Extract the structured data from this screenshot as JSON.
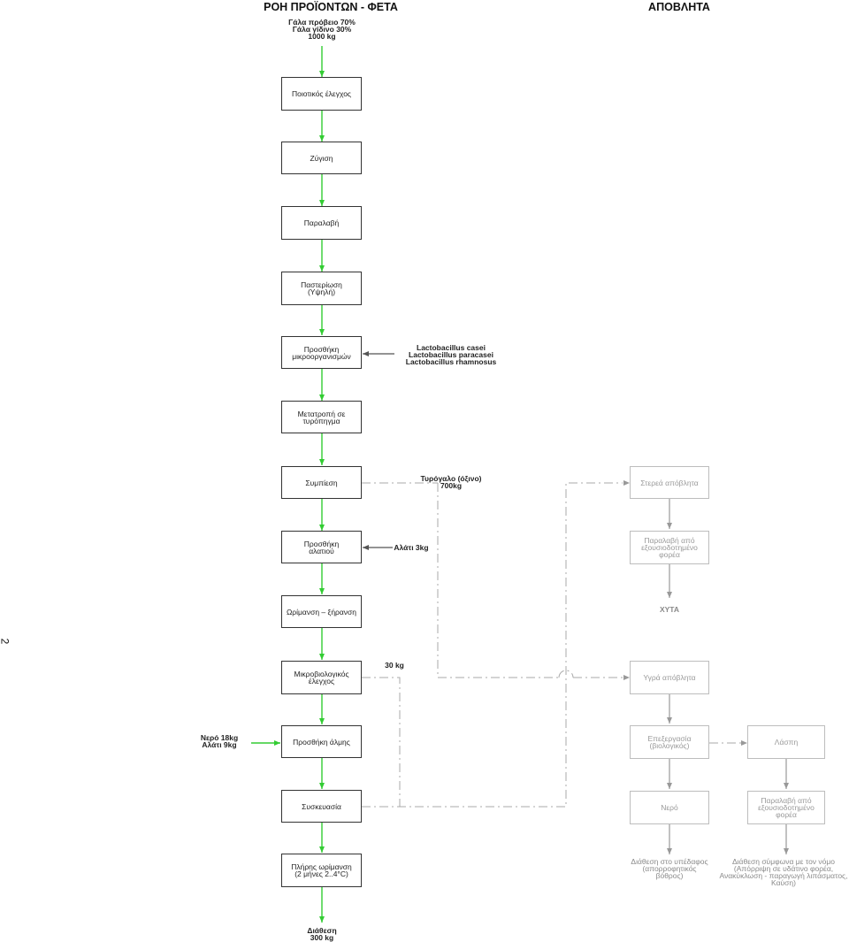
{
  "headers": {
    "product_flow": "ΡΟΗ ΠΡΟΪΟΝΤΩΝ - ΦΕΤΑ",
    "waste": "ΑΠΟΒΛΗΤΑ"
  },
  "inputs": {
    "milk": "Γάλα πρόβειο 70%\nΓάλα γίδινο 30%\n1000 kg",
    "microorganisms": "Lactobacillus casei\nLactobacillus paracasei\nLactobacillus rhamnosus",
    "salt": "Αλάτι 3kg",
    "brine": "Νερό 18kg\nΑλάτι 9kg"
  },
  "steps": [
    "Ποιοτικός έλεγχος",
    "Ζύγιση",
    "Παραλαβή",
    "Παστερίωση\n(Υψηλή)",
    "Προσθήκη\nμικροοργανισμών",
    "Μετατροπή σε\nτυρόπηγμα",
    "Συμπίεση",
    "Προσθήκη\nαλατιού",
    "Ωρίμανση – ξήρανση",
    "Μικροβιολογικός\nέλεγχος",
    "Προσθήκη άλμης",
    "Συσκευασία",
    "Πλήρης ωρίμανση\n(2 μήνες 2..4°C)"
  ],
  "side_outputs": {
    "whey": "Τυρόγαλο (όξινο)\n700kg",
    "thirty": "30 kg"
  },
  "final_output": "Διάθεση\n300 kg",
  "waste": {
    "solid": "Στερεά απόβλητα",
    "solid_pickup": "Παραλαβή από\nεξουσιοδοτημένο\nφορέα",
    "landfill": "ΧΥΤΑ",
    "liquid": "Υγρά απόβλητα",
    "processing": "Επεξεργασία\n(βιολογικός)",
    "sludge": "Λάσπη",
    "water": "Νερό",
    "sludge_pickup": "Παραλαβή από\nεξουσιοδοτημένο\nφορέα",
    "water_disposal": "Διάθεση στο υπέδαφος\n(απορροφητικός\nβόθρος)",
    "sludge_disposal": "Διάθεση σύμφωνα με τον νόμο\n(Απόρριψη σε υδάτινο φορέα,\nΑνακύκλωση - παραγωγή λιπάσματος,\nΚαύση)"
  },
  "page_number": "2",
  "colors": {
    "flow_arrow": "#33cc33",
    "box_border": "#333333",
    "waste_border": "#bdbdbd",
    "dash_line": "#a8a8a8"
  }
}
